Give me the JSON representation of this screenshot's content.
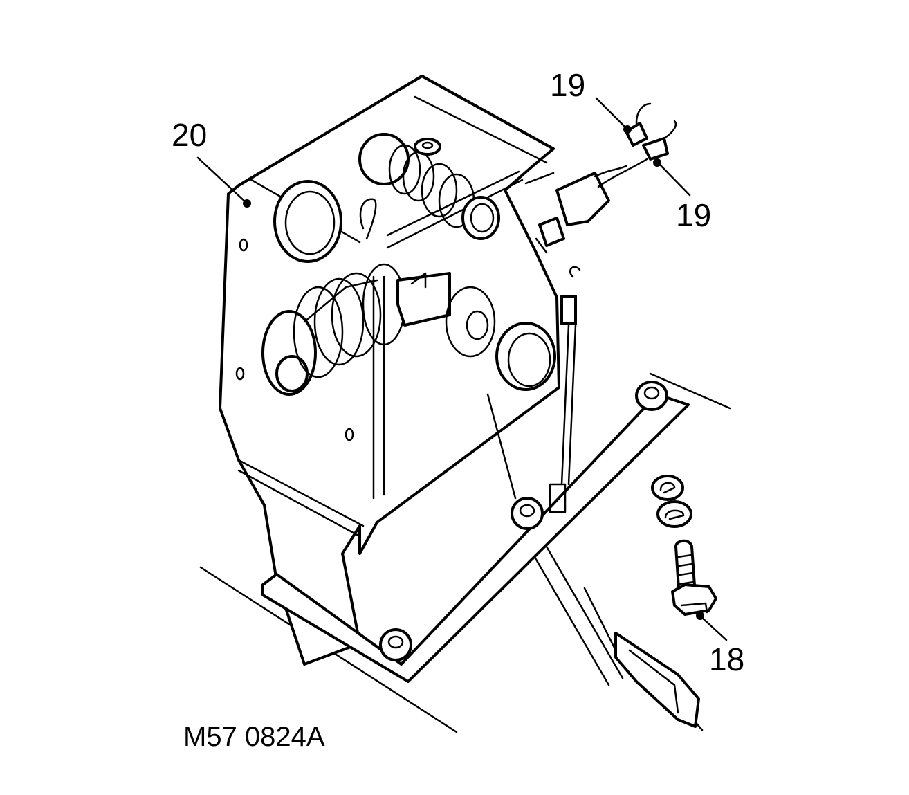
{
  "figure": {
    "caption": "M57 0824A",
    "subject": "Pedal box assembly with brake light switch and fixings",
    "callouts": [
      {
        "id": "callout-20",
        "text": "20",
        "target": "pedal-box-housing"
      },
      {
        "id": "callout-19a",
        "text": "19",
        "target": "switch-connector-upper"
      },
      {
        "id": "callout-19b",
        "text": "19",
        "target": "switch-connector-lower"
      },
      {
        "id": "callout-18",
        "text": "18",
        "target": "bolt-with-washers"
      }
    ]
  }
}
